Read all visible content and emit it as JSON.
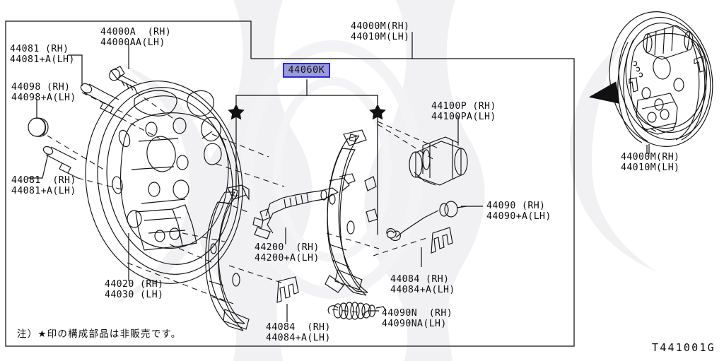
{
  "diagram": {
    "title": "Rear brake drum assembly parts diagram",
    "drawing_code": "T441001G",
    "note": "注）★印の構成部品は非販売です。",
    "highlight": {
      "label": "44060K",
      "fill": "#9a9bdc",
      "border": "#2b2bcc",
      "text_color": "#101010"
    },
    "colors": {
      "line": "#111111",
      "background": "#ffffff",
      "watermark": "#f2f2f4"
    }
  },
  "callouts": [
    {
      "id": "c-44081-top",
      "lines": [
        "44081 (RH)",
        "44081+A(LH)"
      ]
    },
    {
      "id": "c-44000A",
      "lines": [
        "44000A  (RH)",
        "44000AA(LH)"
      ]
    },
    {
      "id": "c-44098",
      "lines": [
        "44098 (RH)",
        "44098+A(LH)"
      ]
    },
    {
      "id": "c-44081-low",
      "lines": [
        "44081  (RH)",
        "44081+A(LH)"
      ]
    },
    {
      "id": "c-44020",
      "lines": [
        "44020 (RH)",
        "44030 (LH)"
      ]
    },
    {
      "id": "c-44000M-top",
      "lines": [
        "44000M(RH)",
        "44010M(LH)"
      ]
    },
    {
      "id": "c-44100P",
      "lines": [
        "44100P (RH)",
        "44100PA(LH)"
      ]
    },
    {
      "id": "c-44090",
      "lines": [
        "44090 (RH)",
        "44090+A(LH)"
      ]
    },
    {
      "id": "c-44200",
      "lines": [
        "44200  (RH)",
        "44200+A(LH)"
      ]
    },
    {
      "id": "c-44084-mid",
      "lines": [
        "44084 (RH)",
        "44084+A(LH)"
      ]
    },
    {
      "id": "c-44084-low",
      "lines": [
        "44084  (RH)",
        "44084+A(LH)"
      ]
    },
    {
      "id": "c-44090N",
      "lines": [
        "44090N  (RH)",
        "44090NA(LH)"
      ]
    },
    {
      "id": "c-44000M-rt",
      "lines": [
        "44000M(RH)",
        "44010M(LH)"
      ]
    }
  ],
  "star_markers": {
    "symbol": "★",
    "count": 2,
    "meaning": "non-saleable component"
  }
}
